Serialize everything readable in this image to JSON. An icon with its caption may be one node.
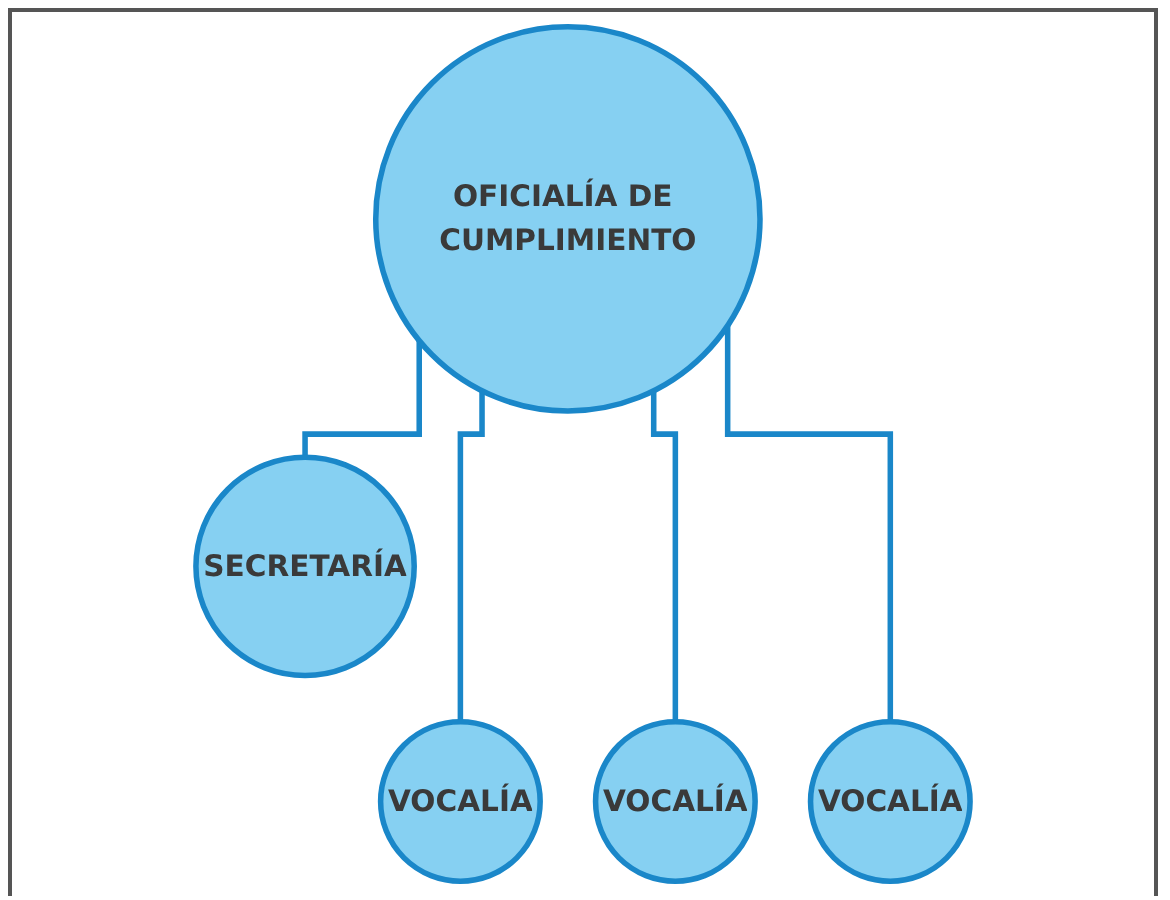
{
  "diagram": {
    "nodes": [
      {
        "text": [
          "OFICIALÍA DE CUMPLIMIENTO"
        ]
      },
      {
        "text": [
          "SECRETARÍA"
        ]
      },
      {
        "text": [
          "VOCALÍA"
        ]
      },
      {
        "text": [
          "VOCALÍA"
        ]
      },
      {
        "text": [
          "VOCALÍA"
        ]
      }
    ],
    "edges": [
      {
        "from": 0,
        "to": 1,
        "arrow": "none"
      },
      {
        "from": 0,
        "to": 2,
        "arrow": "none"
      },
      {
        "from": 0,
        "to": 3,
        "arrow": "none"
      },
      {
        "from": 0,
        "to": 4,
        "arrow": "none"
      }
    ]
  }
}
